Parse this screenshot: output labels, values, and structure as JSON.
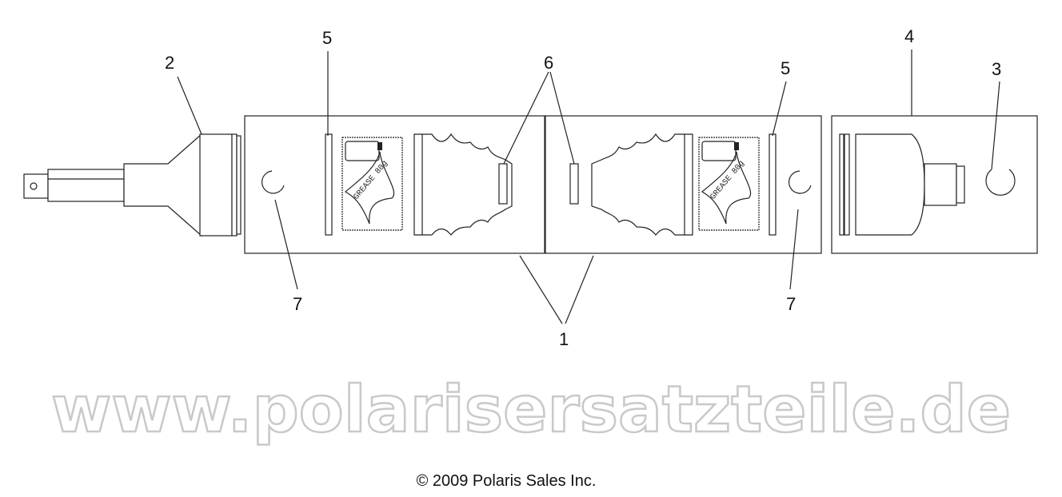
{
  "diagram": {
    "callouts": {
      "c2": "2",
      "c5_left": "5",
      "c6": "6",
      "c5_right": "5",
      "c4": "4",
      "c3": "3",
      "c7_left": "7",
      "c7_right": "7",
      "c1": "1"
    },
    "grease_packet_label": "GREASE 80g",
    "copyright": "© 2009 Polaris Sales Inc.",
    "watermark": "www.polarisersatzteile.de"
  }
}
